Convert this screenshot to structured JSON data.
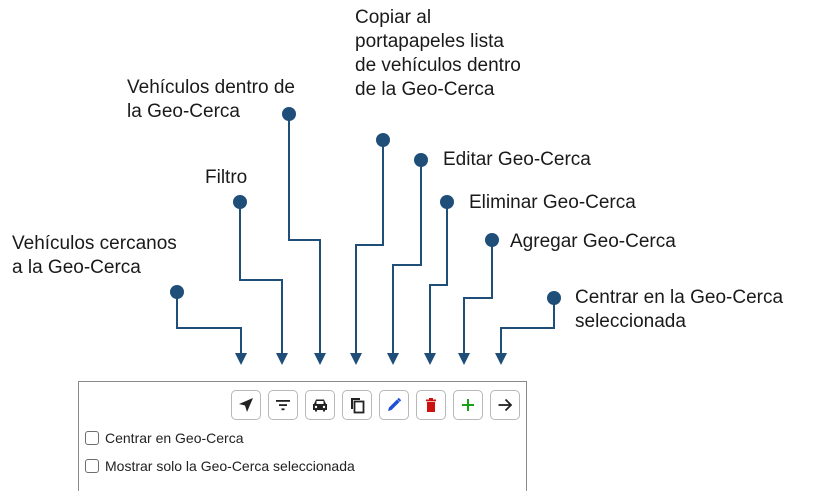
{
  "annotations": {
    "copy_list": [
      "Copiar al",
      "portapapeles  lista",
      "de vehículos dentro",
      "de la Geo-Cerca"
    ],
    "inside_vehicles": [
      "Vehículos dentro de",
      "la Geo-Cerca"
    ],
    "filter": [
      "Filtro"
    ],
    "edit": [
      "Editar Geo-Cerca"
    ],
    "delete": [
      "Eliminar Geo-Cerca"
    ],
    "nearby_vehicles": [
      "Vehículos cercanos",
      "a la Geo-Cerca"
    ],
    "add": [
      "Agregar Geo-Cerca"
    ],
    "center_selected": [
      "Centrar en la Geo-Cerca",
      "seleccionada"
    ]
  },
  "toolbar": {
    "buttons": [
      {
        "name": "nearby-vehicles-button",
        "icon": "navigation-arrow-icon"
      },
      {
        "name": "filter-button",
        "icon": "filter-lines-icon"
      },
      {
        "name": "vehicles-inside-button",
        "icon": "car-icon"
      },
      {
        "name": "copy-list-button",
        "icon": "copy-icon"
      },
      {
        "name": "edit-geofence-button",
        "icon": "pencil-icon"
      },
      {
        "name": "delete-geofence-button",
        "icon": "trash-icon"
      },
      {
        "name": "add-geofence-button",
        "icon": "plus-icon"
      },
      {
        "name": "center-geofence-button",
        "icon": "arrow-right-icon"
      }
    ]
  },
  "options": {
    "center_label": "Centrar en Geo-Cerca",
    "center_checked": false,
    "show_only_label": "Mostrar solo la Geo-Cerca seleccionada",
    "show_only_checked": false
  },
  "colors": {
    "connector": "#1f4e79",
    "edit_icon": "#1f4fd6",
    "delete_icon": "#cc1111",
    "add_icon": "#1aa11a",
    "dark_icon": "#222222"
  }
}
